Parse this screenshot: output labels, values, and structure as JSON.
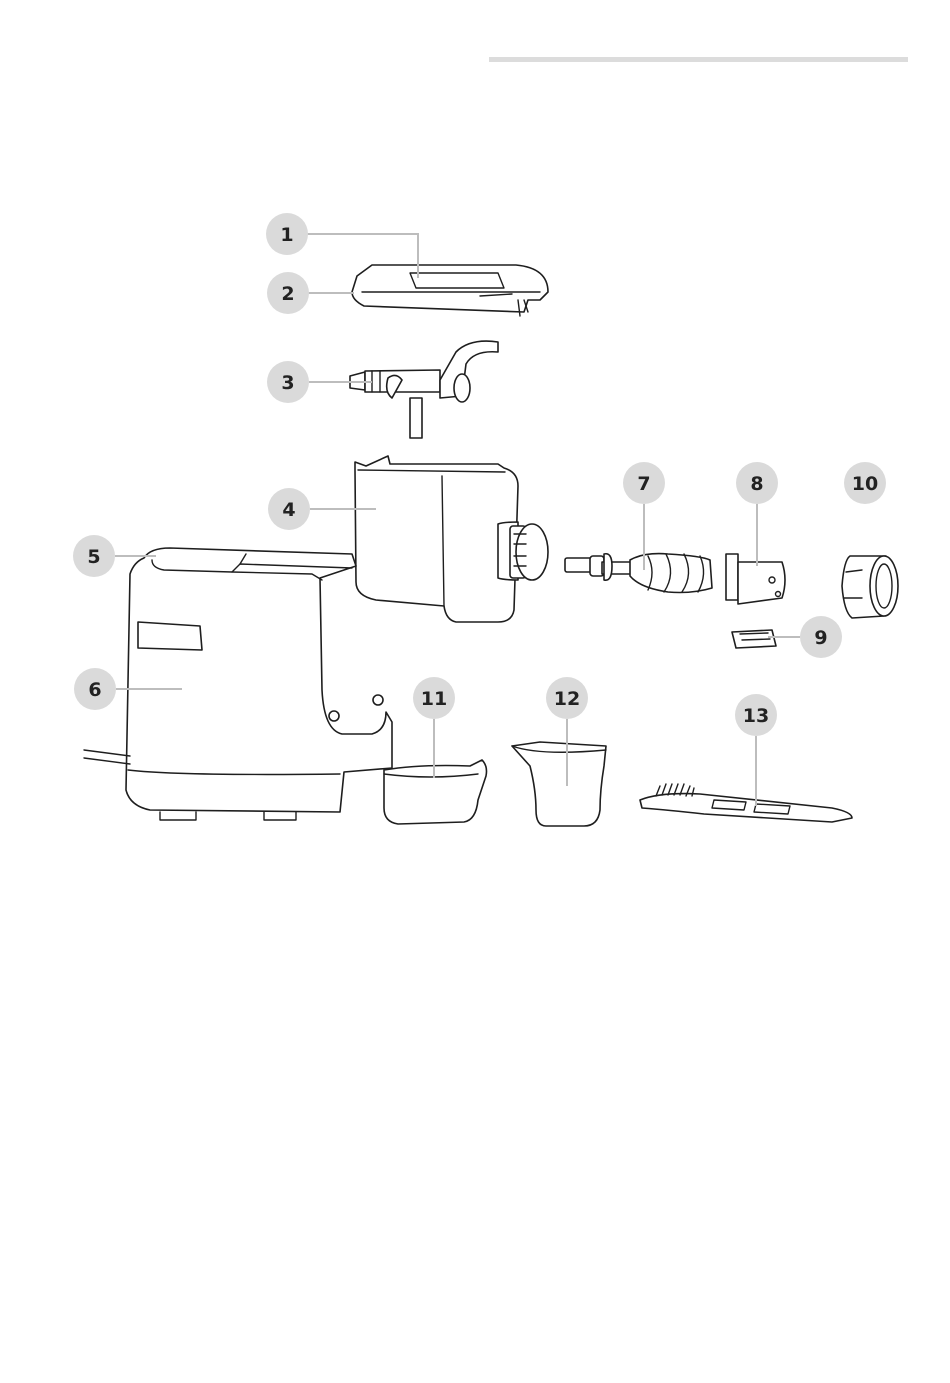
{
  "colors": {
    "badge_fill": "#dadada",
    "leader_line": "#bdbdbd",
    "outline": "#1e1e1e",
    "header_rule": "#dcdcdc"
  },
  "callouts": [
    {
      "label": "1"
    },
    {
      "label": "2"
    },
    {
      "label": "3"
    },
    {
      "label": "4"
    },
    {
      "label": "5"
    },
    {
      "label": "6"
    },
    {
      "label": "7"
    },
    {
      "label": "8"
    },
    {
      "label": "9"
    },
    {
      "label": "10"
    },
    {
      "label": "11"
    },
    {
      "label": "12"
    },
    {
      "label": "13"
    }
  ]
}
